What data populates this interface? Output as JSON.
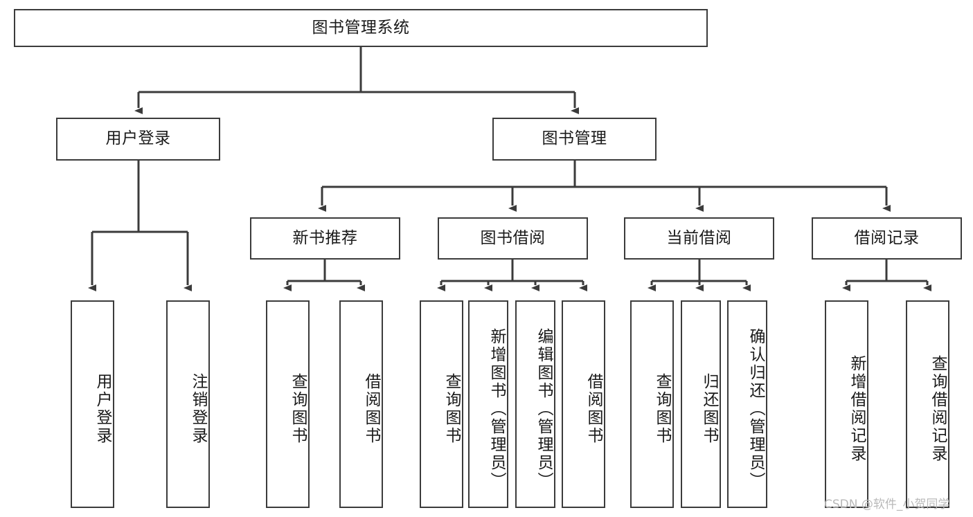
{
  "diagram": {
    "title": "图书管理系统",
    "type": "tree-hierarchy",
    "colors": {
      "border": "#3b3b3b",
      "background": "#ffffff",
      "text": "#1a1a1a",
      "connector": "#3b3b3b",
      "watermark": "#b9b9b9"
    },
    "root": {
      "label": "图书管理系统"
    },
    "level2": [
      {
        "label": "用户登录"
      },
      {
        "label": "图书管理"
      }
    ],
    "level3": [
      {
        "label": "新书推荐"
      },
      {
        "label": "图书借阅"
      },
      {
        "label": "当前借阅"
      },
      {
        "label": "借阅记录"
      }
    ],
    "leaves": {
      "user_login": [
        {
          "label": "用户登录"
        },
        {
          "label": "注销登录"
        }
      ],
      "new_book_recommend": [
        {
          "label": "查询图书"
        },
        {
          "label": "借阅图书"
        }
      ],
      "book_borrow": [
        {
          "label": "查询图书"
        },
        {
          "label": "新增图书（管理员）"
        },
        {
          "label": "编辑图书（管理员）"
        },
        {
          "label": "借阅图书"
        }
      ],
      "current_borrow": [
        {
          "label": "查询图书"
        },
        {
          "label": "归还图书"
        },
        {
          "label": "确认归还（管理员）"
        }
      ],
      "borrow_record": [
        {
          "label": "新增借阅记录"
        },
        {
          "label": "查询借阅记录"
        }
      ]
    }
  },
  "watermark": {
    "text": "CSDN @软件_小贺同学"
  }
}
